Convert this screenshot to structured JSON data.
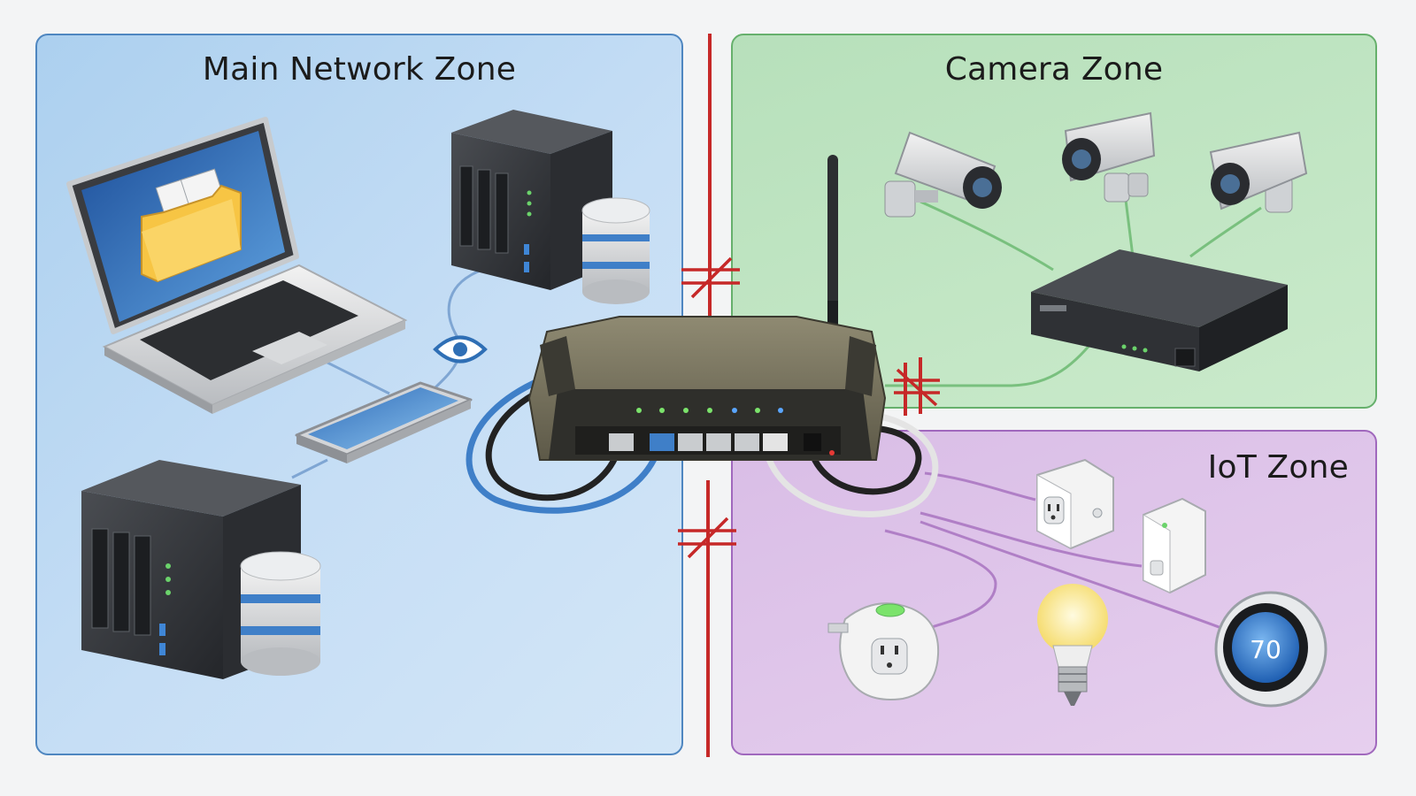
{
  "zones": {
    "main": {
      "title": "Main Network Zone",
      "color": "#4e86c0"
    },
    "camera": {
      "title": "Camera Zone",
      "color": "#66b06c"
    },
    "iot": {
      "title": "IoT Zone",
      "color": "#a068bd"
    }
  },
  "thermostat": {
    "reading": "70"
  },
  "icons": [
    "laptop-icon",
    "folder-icon",
    "smartphone-icon",
    "nas-icon",
    "database-icon",
    "eye-icon",
    "router-icon",
    "security-camera-icon",
    "nvr-icon",
    "smart-plug-icon",
    "motion-sensor-icon",
    "light-bulb-icon",
    "thermostat-icon",
    "firewall-block-icon"
  ],
  "colors": {
    "firewall": "#c62828",
    "cable_blue": "#3f7fc8",
    "cable_black": "#222222",
    "cable_white": "#e9e9e9"
  }
}
